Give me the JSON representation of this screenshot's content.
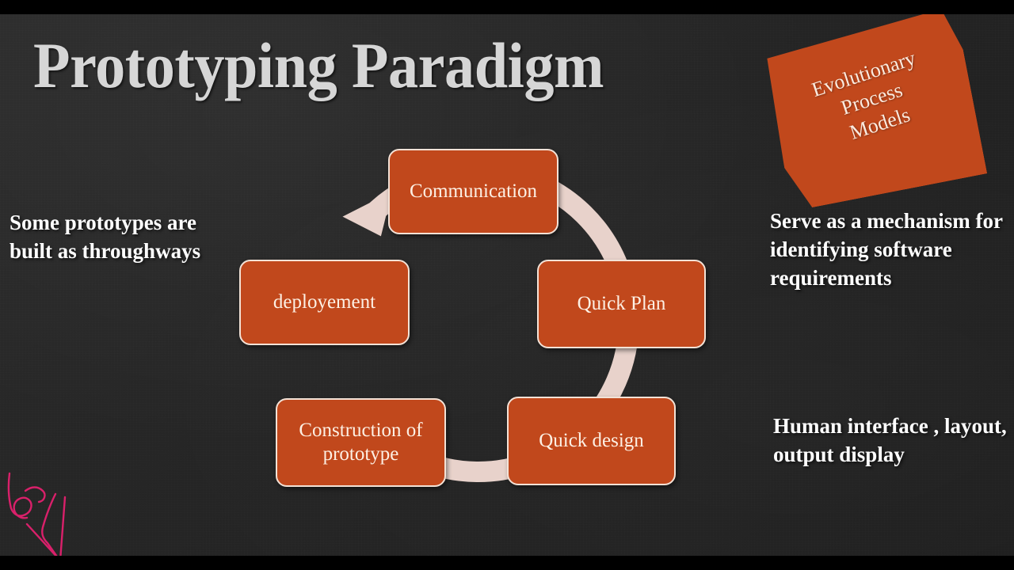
{
  "slide": {
    "title": "Prototyping Paradigm",
    "background_color": "#242424",
    "accent_color": "#c1481c",
    "ring_color": "#e8d2cb",
    "title_color": "#d6d6d6",
    "letterbox_color": "#000000"
  },
  "badge": {
    "line1": "Evolutionary",
    "line2": "Process",
    "line3": "Models",
    "color": "#c1481c",
    "text_color": "#faeade"
  },
  "notes": {
    "left": "Some prototypes are built as throughways",
    "right_1": "Serve as a mechanism for identifying software requirements",
    "right_2": "Human interface , layout, output display"
  },
  "cycle": {
    "nodes": [
      {
        "id": "communication",
        "label": "Communication",
        "position": "top"
      },
      {
        "id": "quick-plan",
        "label": "Quick Plan",
        "position": "right"
      },
      {
        "id": "quick-design",
        "label": "Quick design",
        "position": "bottom-right"
      },
      {
        "id": "construction-of-prototype",
        "label": "Construction of prototype",
        "position": "bottom-left"
      },
      {
        "id": "deployement",
        "label": "deployement",
        "position": "left"
      }
    ],
    "arrow_direction": "clockwise-into-communication"
  },
  "signature": {
    "color": "#d9206a",
    "description": "handwritten pink signature doodle"
  }
}
